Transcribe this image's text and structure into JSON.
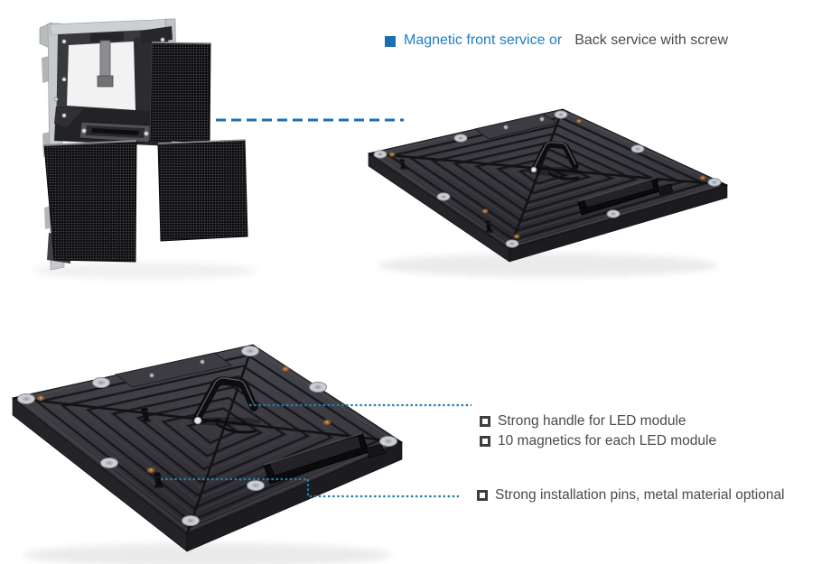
{
  "header": {
    "highlight_text": "Magnetic front service or",
    "rest_text": "Back service with screw"
  },
  "callouts": {
    "handle": "Strong handle for LED module",
    "magnetics": "10 magnetics for each LED module",
    "pins": "Strong installation pins, metal material optional"
  },
  "figures": {
    "cabinet": "led-cabinet-with-modules-photo",
    "module_top": "led-module-back-view-photo",
    "module_bottom": "led-module-back-view-large-photo"
  },
  "colors": {
    "accent_blue": "#1e7ec6",
    "bullet_blue": "#1a6fb4",
    "text_dark": "#4a4a4a",
    "dashed_line": "#1c6fae",
    "dotted_line": "#2a7da8"
  }
}
